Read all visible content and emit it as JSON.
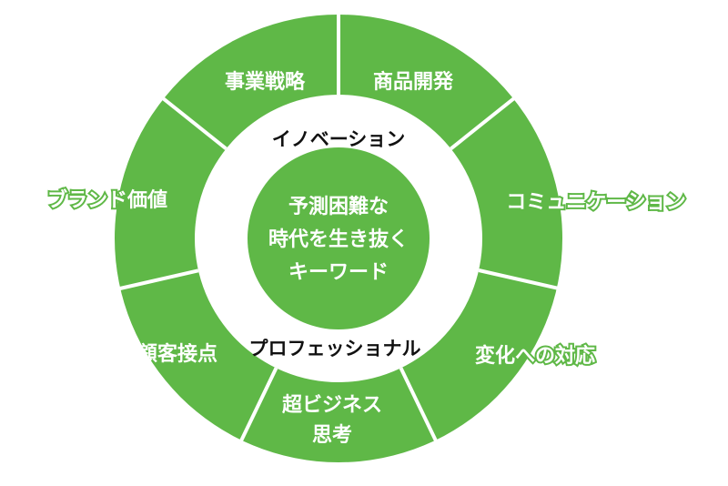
{
  "center": {
    "lines": [
      "予測困難な",
      "時代を生き抜く",
      "キーワード"
    ]
  },
  "inner_ring": {
    "top_label": "イノベーション",
    "bottom_label": "プロフェッショナル"
  },
  "segments": [
    {
      "lines": [
        "事業戦略"
      ]
    },
    {
      "lines": [
        "商品開発"
      ]
    },
    {
      "lines": [
        "コミュニケーション"
      ]
    },
    {
      "lines": [
        "変化への対応"
      ]
    },
    {
      "lines": [
        "超ビジネス",
        "思考"
      ]
    },
    {
      "lines": [
        "顧客接点"
      ]
    },
    {
      "lines": [
        "ブランド価値"
      ]
    }
  ],
  "colors": {
    "ring_green": "#5fb847",
    "center_green": "#5fb847",
    "divider": "#ffffff",
    "label_white": "#ffffff",
    "label_dark": "#111111",
    "background": "#ffffff"
  }
}
